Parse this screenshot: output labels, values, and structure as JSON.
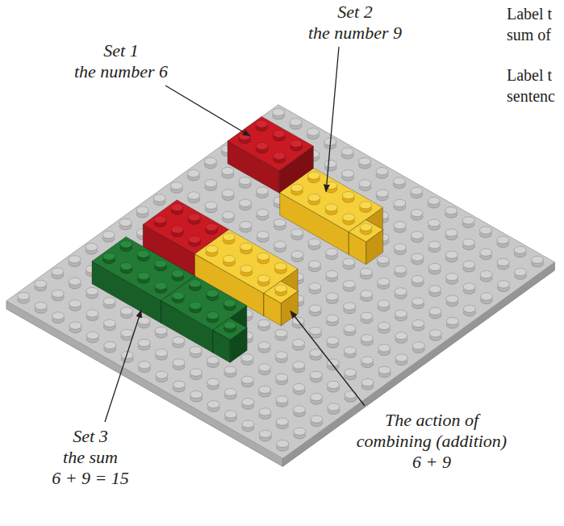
{
  "diagram": {
    "labels": [
      "Set 2",
      "the number 9",
      "Label t",
      "sum of",
      "Set 1",
      "the number 6",
      "Label t",
      "sentenc",
      "The action of combining (addition)",
      "6 + 9",
      "Set 3",
      "the sum",
      "6 + 9 = 15"
    ]
  }
}
